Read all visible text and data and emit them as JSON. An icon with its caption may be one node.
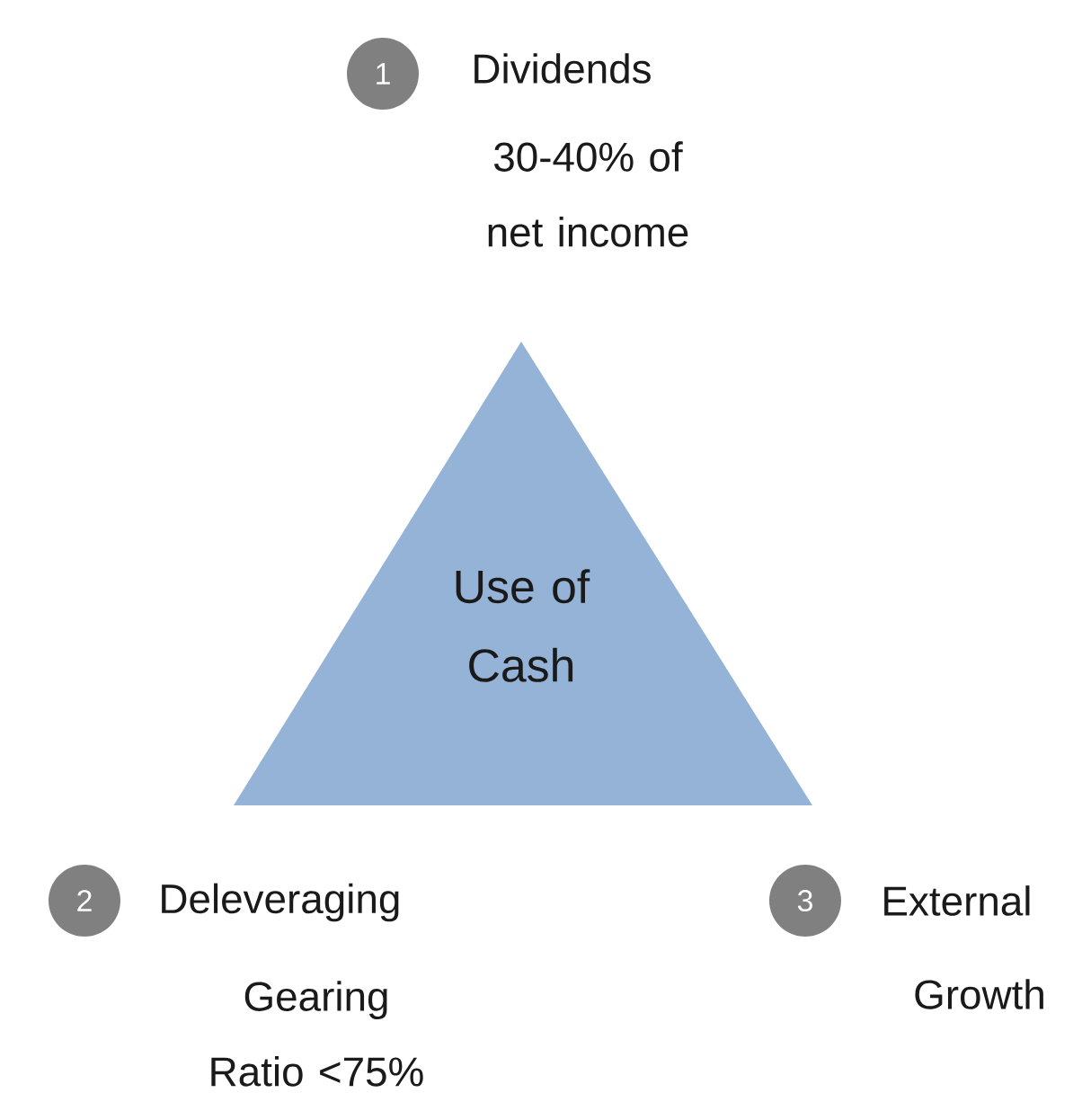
{
  "diagram": {
    "nodes": [
      {
        "text": [
          "Use of Cash"
        ]
      },
      {
        "text": [
          "1"
        ],
        "beside": [
          "Dividends",
          "30-40% of net income"
        ]
      },
      {
        "text": [
          "2"
        ],
        "beside": [
          "Deleveraging",
          "Gearing Ratio <75%"
        ]
      },
      {
        "text": [
          "3"
        ],
        "beside": [
          "External",
          "Growth"
        ]
      }
    ]
  }
}
